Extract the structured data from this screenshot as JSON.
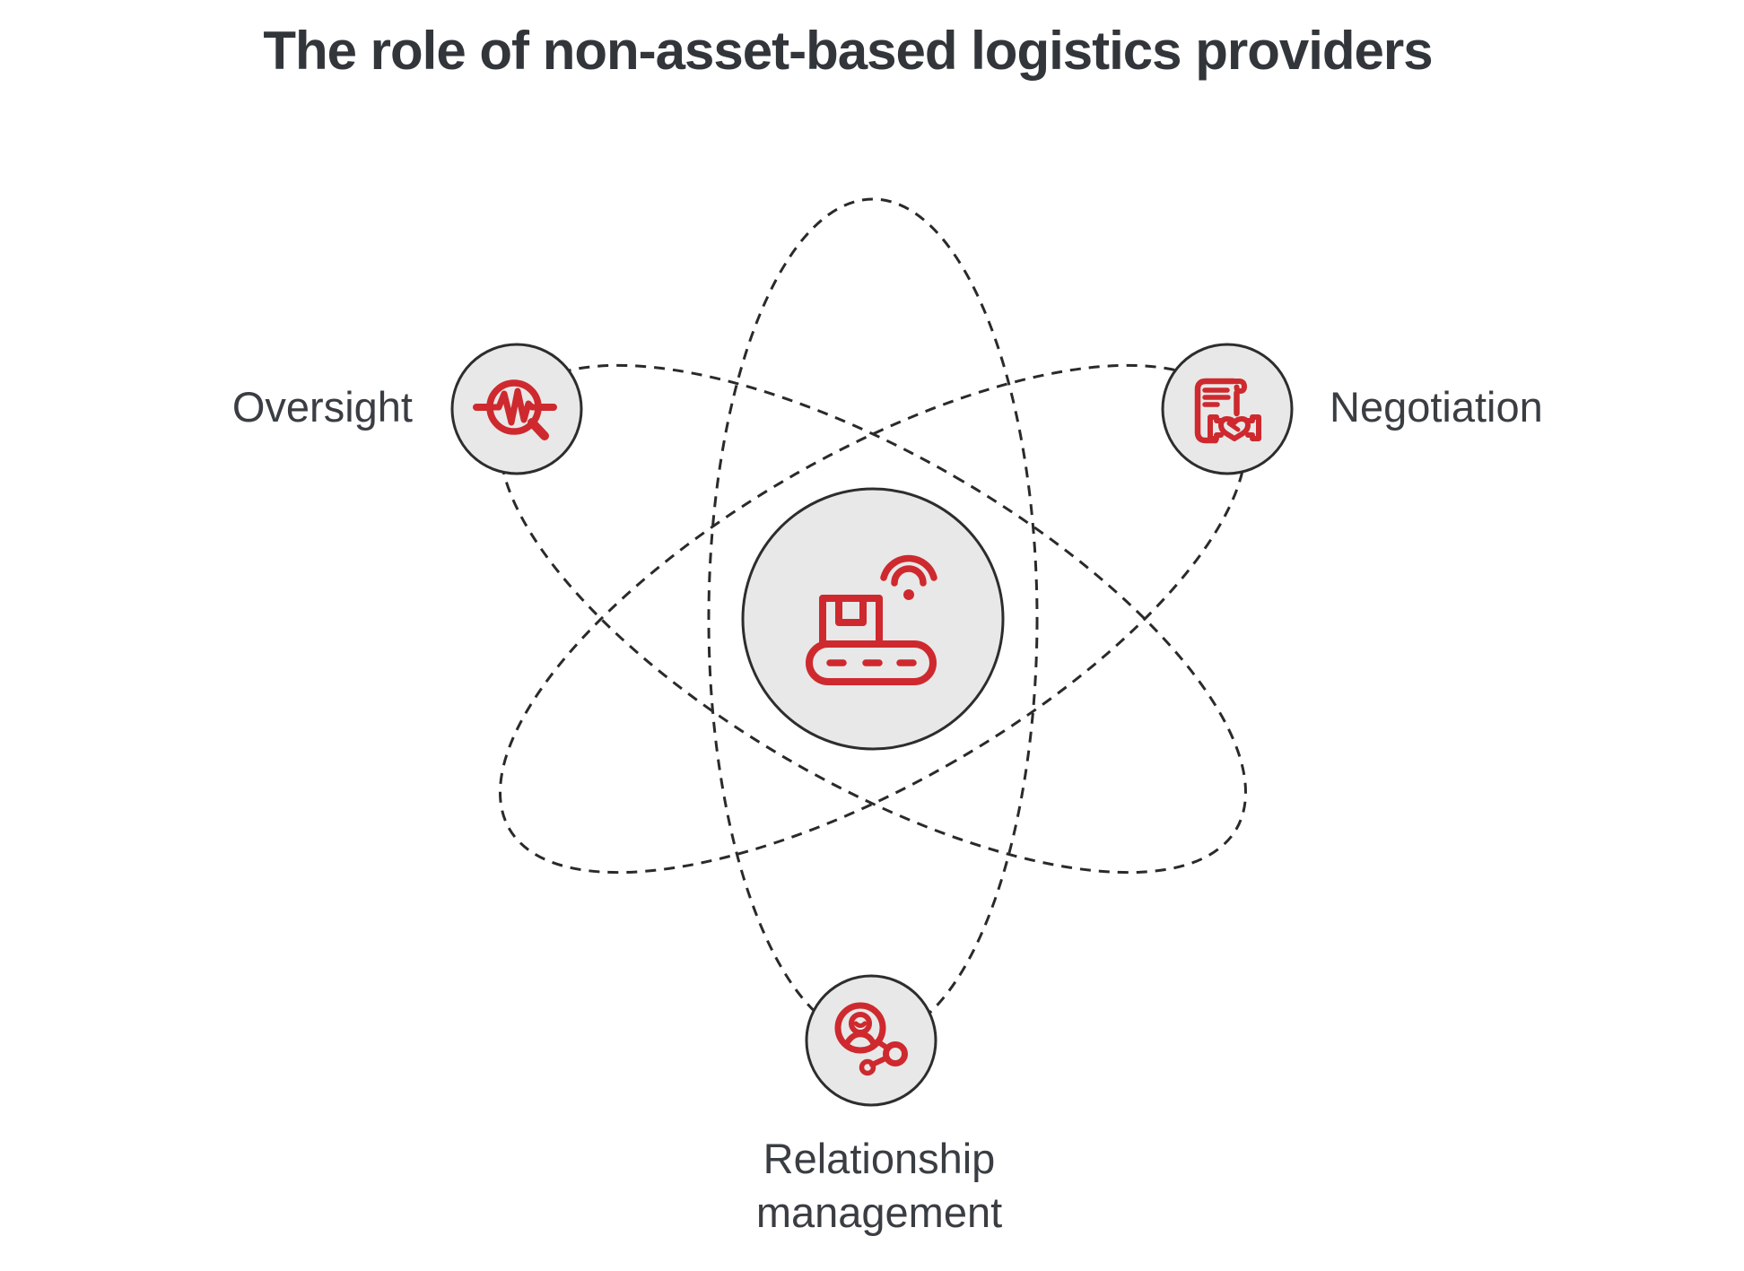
{
  "title": "The role of non-asset-based logistics providers",
  "colors": {
    "accent_red": "#ce292e",
    "node_fill": "#e8e8e8",
    "node_stroke": "#2d2d2d",
    "orbit_line": "#2a2a2a",
    "title_text": "#32363b",
    "label_text": "#3a3e43"
  },
  "diagram": {
    "center": {
      "icon": "conveyor-belt-wifi-icon"
    },
    "nodes": [
      {
        "id": "oversight",
        "label": "Oversight",
        "icon": "pulse-magnifier-icon",
        "position": "left"
      },
      {
        "id": "negotiation",
        "label": "Negotiation",
        "icon": "contract-handshake-icon",
        "position": "right"
      },
      {
        "id": "relationship-management",
        "label": "Relationship management",
        "icon": "person-network-icon",
        "position": "bottom"
      }
    ]
  }
}
